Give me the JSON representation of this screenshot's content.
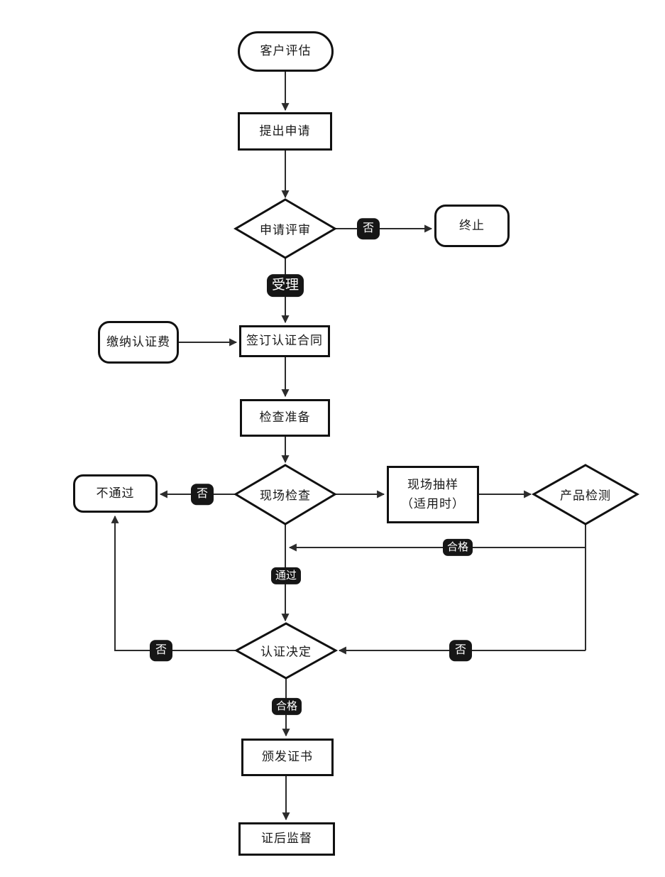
{
  "diagram": {
    "type": "flowchart",
    "language": "zh-CN",
    "background": "#ffffff",
    "colors": {
      "shape_border": "#111111",
      "shape_fill": "#ffffff",
      "connector": "#2b2b2b",
      "badge_background": "#161616",
      "badge_text": "#ffffff"
    }
  },
  "nodes": {
    "customer_eval": "客户评估",
    "submit_application": "提出申请",
    "application_review": "申请评审",
    "terminate": "终止",
    "pay_fee": "缴纳认证费",
    "sign_contract": "签订认证合同",
    "inspection_prep": "检查准备",
    "onsite_inspection": "现场检查",
    "fail": "不通过",
    "onsite_sampling": "现场抽样\n（适用时）",
    "product_testing": "产品检测",
    "certification_decision": "认证决定",
    "issue_certificate": "颁发证书",
    "post_cert_supervision": "证后监督"
  },
  "edge_labels": {
    "review_no": "否",
    "review_accept": "受理",
    "inspection_no": "否",
    "inspection_pass": "通过",
    "testing_qualified": "合格",
    "decision_no_left": "否",
    "decision_no_right": "否",
    "decision_qualified": "合格"
  }
}
